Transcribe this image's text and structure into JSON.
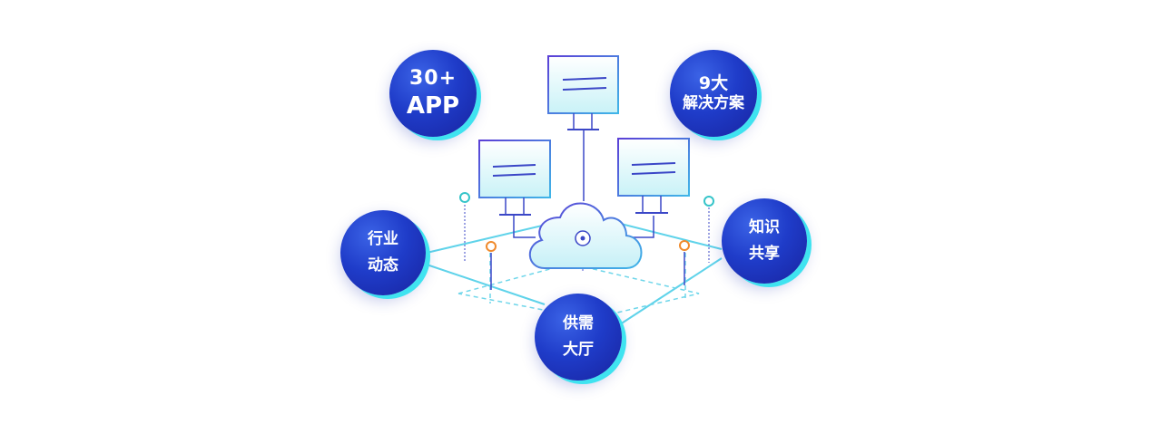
{
  "badges": {
    "app": {
      "line1": "30+",
      "line2": "APP"
    },
    "solutions": {
      "line1": "9大",
      "line2": "解决方案"
    },
    "industry": {
      "line1": "行业",
      "line2": "动态"
    },
    "knowledge": {
      "line1": "知识",
      "line2": "共享"
    },
    "market": {
      "line1": "供需",
      "line2": "大厅"
    }
  },
  "colors": {
    "badge_blue": "#1f3cc9",
    "badge_shadow_cyan": "#3fe3f0",
    "line_cyan": "#5fd3ea",
    "monitor_purple": "#4a4fd0",
    "pin_orange": "#f08a2c",
    "pin_teal": "#35c4c9"
  },
  "icons": [
    "monitor-icon",
    "cloud-icon",
    "pin-icon"
  ]
}
